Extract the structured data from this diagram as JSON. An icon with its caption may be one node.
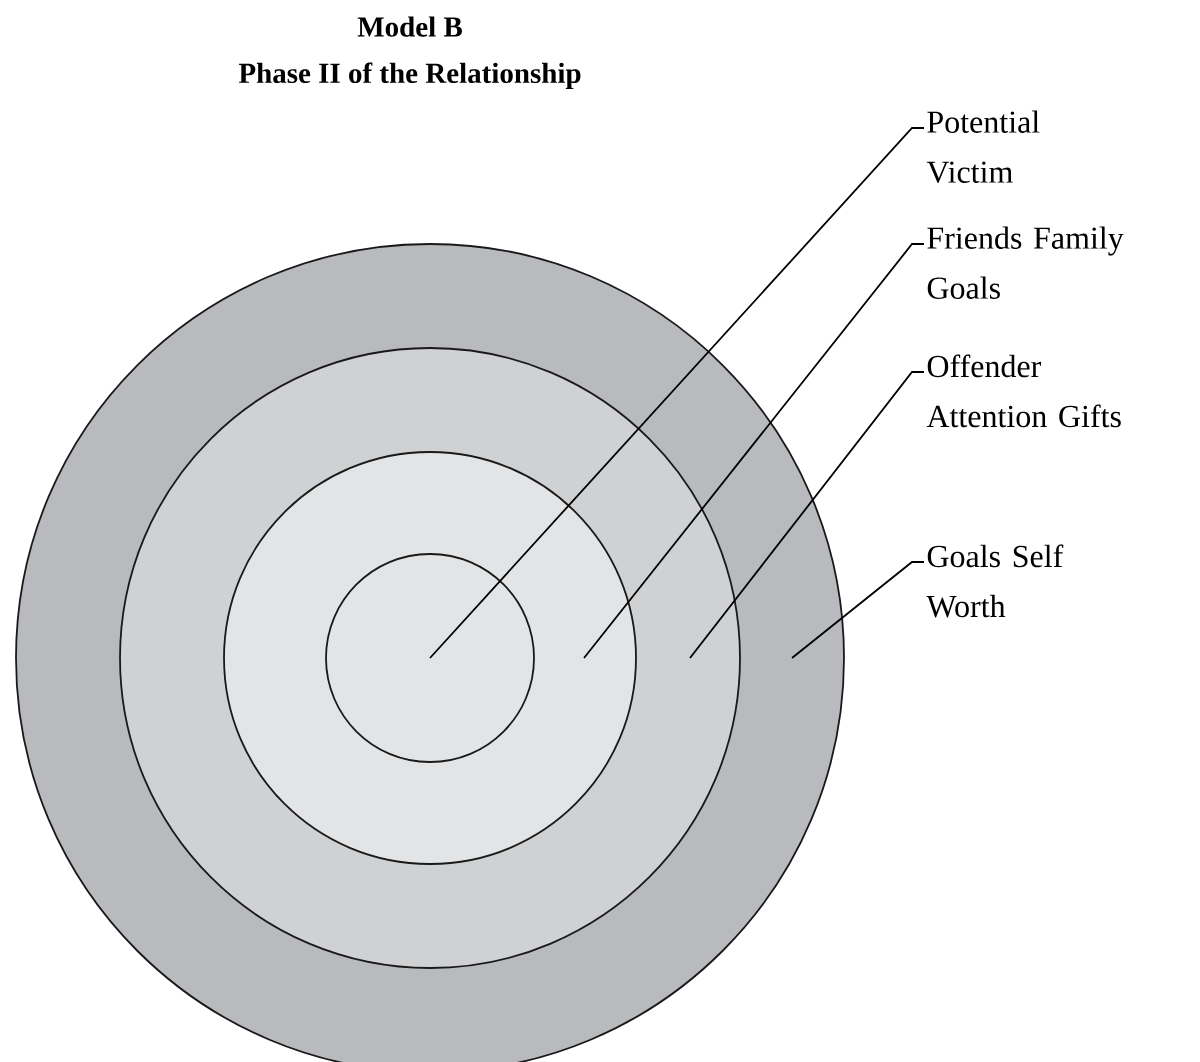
{
  "diagram": {
    "title": "Model B",
    "nodes": [
      {
        "text": [],
        "shape": "circle"
      },
      {
        "text": [],
        "shape": "circle",
        "in": 0
      },
      {
        "text": [],
        "shape": "circle",
        "in": 1
      },
      {
        "text": [],
        "shape": "circle",
        "in": 2
      },
      {
        "text": [
          "Potential Victim"
        ]
      },
      {
        "text": [
          "Friends Family Goals"
        ]
      },
      {
        "text": [
          "Offender Attention Gifts"
        ]
      },
      {
        "text": [
          "Goals Self Worth"
        ]
      }
    ],
    "edges": [
      {
        "from": 4,
        "to": 3,
        "arrow": "none"
      },
      {
        "from": 5,
        "to": 2,
        "arrow": "none"
      },
      {
        "from": 6,
        "to": 1,
        "arrow": "none"
      },
      {
        "from": 7,
        "to": 0,
        "arrow": "none"
      }
    ],
    "labels": [
      "Phase II of the Relationship"
    ]
  }
}
